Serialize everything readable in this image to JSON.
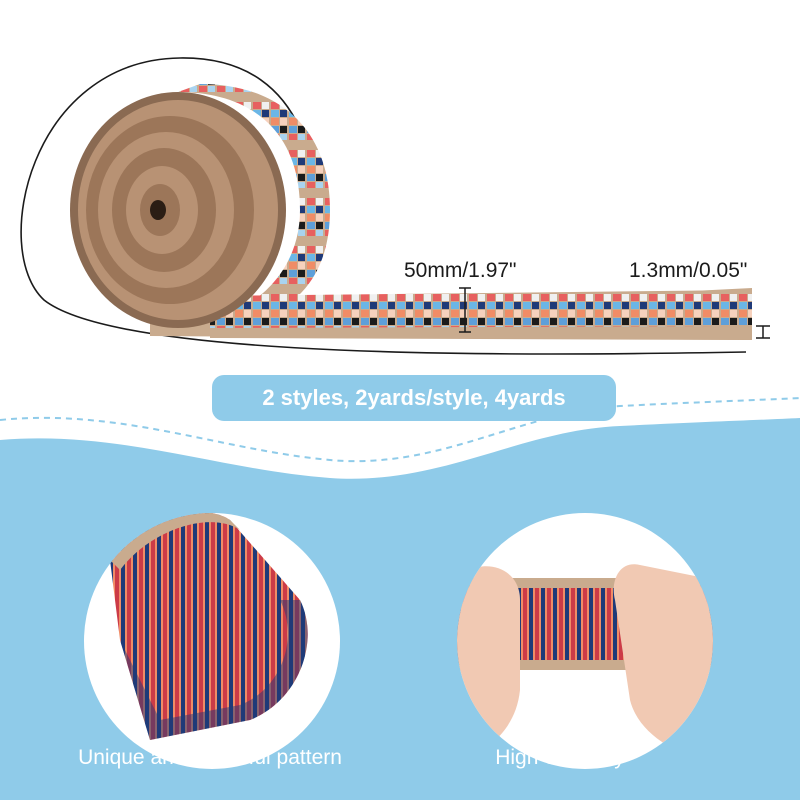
{
  "measurements": {
    "width": "50mm/1.97\"",
    "thickness": "1.3mm/0.05\""
  },
  "info_banner": "2 styles, 2yards/style, 4yards",
  "features": [
    {
      "caption": "Unique and beautiful pattern"
    },
    {
      "caption": "High elasticity"
    }
  ],
  "colors": {
    "sky_blue": "#8fcbe9",
    "tan": "#b18f73",
    "coral": "#f08c66",
    "navy": "#1f3a78",
    "light_blue": "#6bb6e6",
    "red": "#cc3b47",
    "black": "#1b1b1b"
  }
}
